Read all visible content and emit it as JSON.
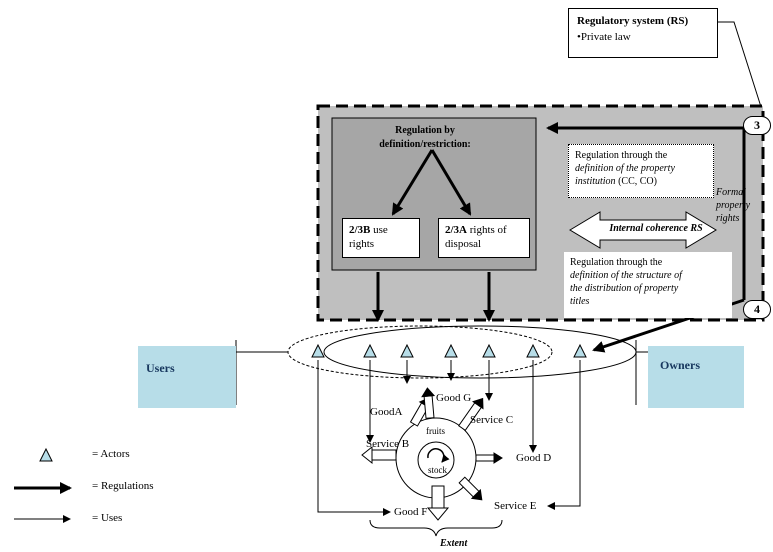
{
  "regulatory_system": {
    "title": "Regulatory system (RS)",
    "item": "•Private law"
  },
  "badges": {
    "three": "3",
    "four": "4"
  },
  "regulation_box": {
    "title_line1": "Regulation by",
    "title_line2": "definition/restriction:",
    "use_rights": {
      "code": "2/3B",
      "line1": " use",
      "line2": "rights"
    },
    "disposal_rights": {
      "code": "2/3A",
      "line1": " rights of",
      "line2": "disposal"
    }
  },
  "property_institution": {
    "line1": "Regulation through the",
    "line2_italic": "definition of the property",
    "line3_italic": "institution",
    "line3_rest": " (CC, CO)"
  },
  "internal_coherence": "Internal coherence RS",
  "formal_property_rights": {
    "line1": "Formal",
    "line2": "property",
    "line3": "rights"
  },
  "structure_text": {
    "line1": "Regulation through the",
    "line2": "definition of the structure of",
    "line3": "the distribution of property",
    "line4": "titles"
  },
  "users_label": "Users",
  "owners_label": "Owners",
  "resource": {
    "good_a": "GoodA",
    "good_g": "Good G",
    "service_c": "Service C",
    "service_b": "Service B",
    "good_d": "Good D",
    "service_e": "Service E",
    "good_f": "Good F",
    "fruits": "fruits",
    "stock": "stock",
    "extent": "Extent"
  },
  "legend": {
    "actors": "= Actors",
    "regulations": "= Regulations",
    "uses": "= Uses"
  },
  "colors": {
    "rs_area": "#bfbfbf",
    "regulation_box": "#a6a6a6",
    "actor_fill": "#b7dde8",
    "label_box": "#b7dde8"
  }
}
